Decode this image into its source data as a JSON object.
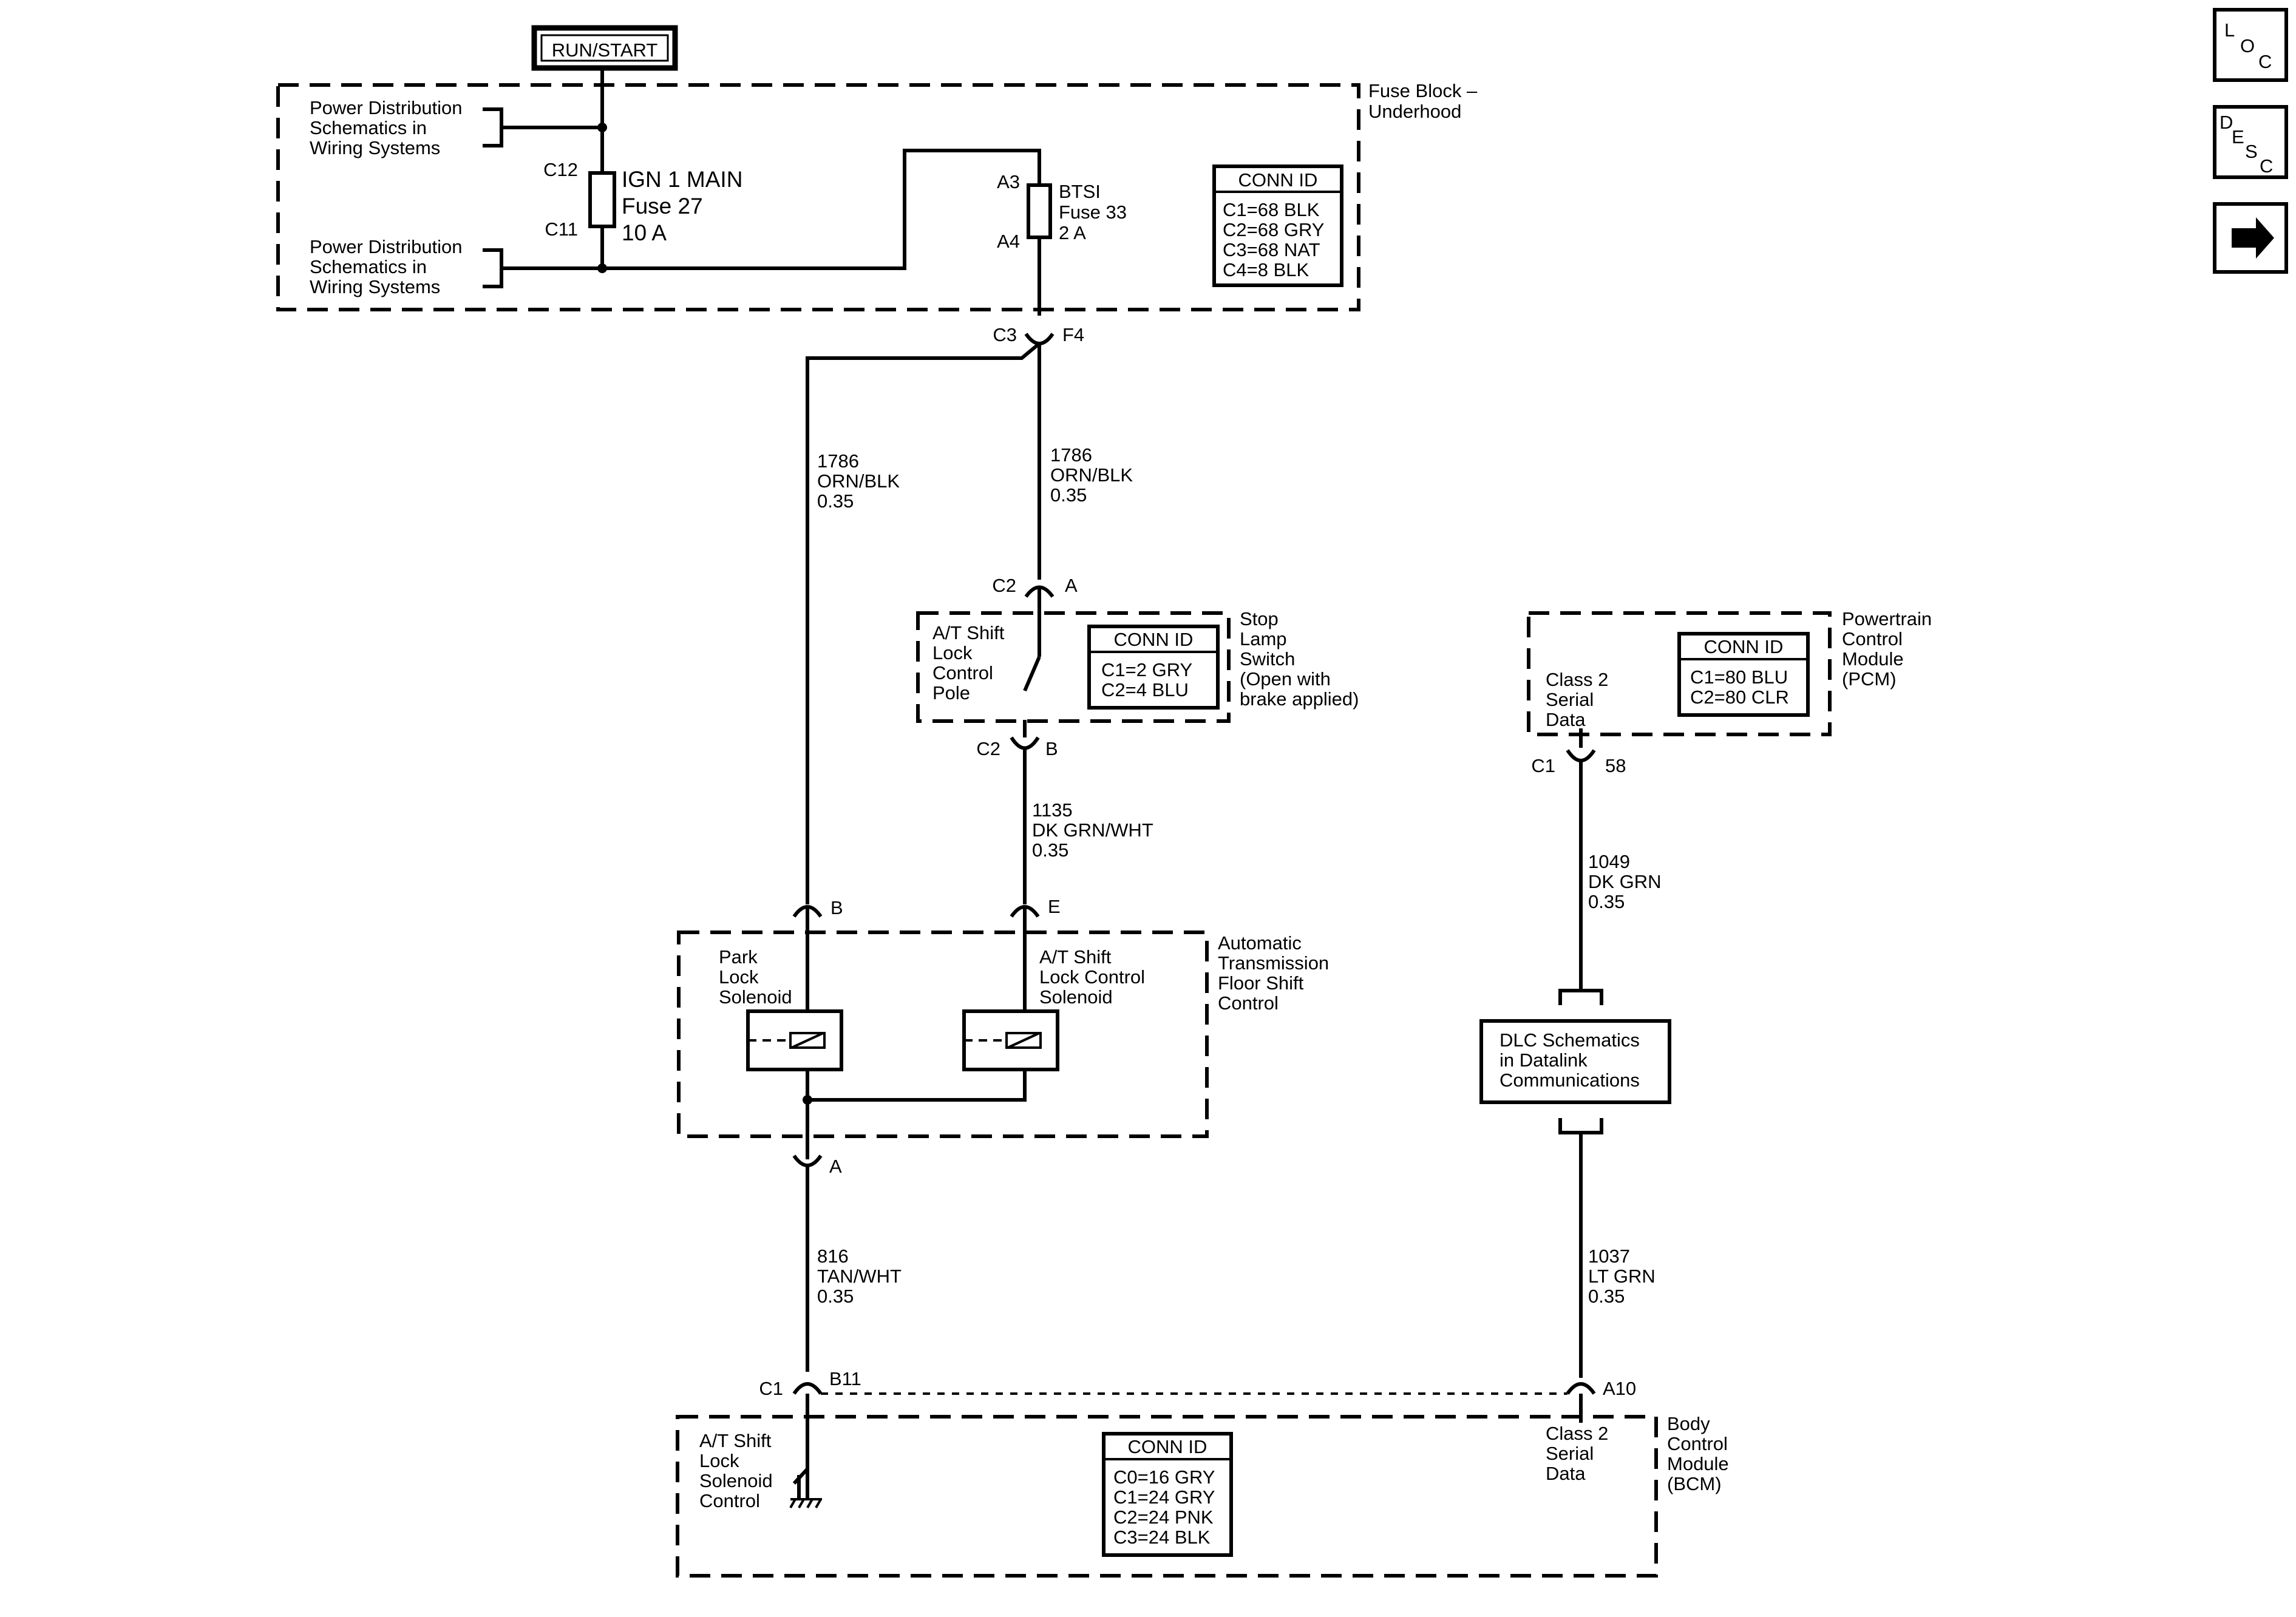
{
  "power": {
    "run_start": "RUN/START"
  },
  "fuse_block": {
    "name_line1": "Fuse Block –",
    "name_line2": "Underhood",
    "pds_line1": "Power Distribution",
    "pds_line2": "Schematics in",
    "pds_line3": "Wiring Systems",
    "fuse27": {
      "conn_top": "C12",
      "conn_bottom": "C11",
      "name": "IGN 1 MAIN",
      "fuse": "Fuse 27",
      "rating": "10 A"
    },
    "fuse33": {
      "conn_top": "A3",
      "conn_bottom": "A4",
      "name": "BTSI",
      "fuse": "Fuse 33",
      "rating": "2 A"
    },
    "conn_id": {
      "title": "CONN ID",
      "rows": [
        "C1=68 BLK",
        "C2=68 GRY",
        "C3=68 NAT",
        "C4=8 BLK"
      ]
    }
  },
  "junction_c3f4": {
    "left": "C3",
    "right": "F4"
  },
  "wires": {
    "w1786_left": {
      "circuit": "1786",
      "color": "ORN/BLK",
      "gauge": "0.35"
    },
    "w1786_right": {
      "circuit": "1786",
      "color": "ORN/BLK",
      "gauge": "0.35"
    },
    "w1135": {
      "circuit": "1135",
      "color": "DK GRN/WHT",
      "gauge": "0.35"
    },
    "w816": {
      "circuit": "816",
      "color": "TAN/WHT",
      "gauge": "0.35"
    },
    "w1049": {
      "circuit": "1049",
      "color": "DK GRN",
      "gauge": "0.35"
    },
    "w1037": {
      "circuit": "1037",
      "color": "LT GRN",
      "gauge": "0.35"
    }
  },
  "stop_lamp_switch": {
    "name_lines": [
      "Stop",
      "Lamp",
      "Switch",
      "(Open with",
      "brake applied)"
    ],
    "pole_lines": [
      "A/T Shift",
      "Lock",
      "Control",
      "Pole"
    ],
    "conn_top": "C2",
    "pin_top": "A",
    "conn_bottom": "C2",
    "pin_bottom": "B",
    "conn_id": {
      "title": "CONN ID",
      "rows": [
        "C1=2 GRY",
        "C2=4 BLU"
      ]
    }
  },
  "pcm": {
    "name_lines": [
      "Powertrain",
      "Control",
      "Module",
      "(PCM)"
    ],
    "serial_lines": [
      "Class 2",
      "Serial",
      "Data"
    ],
    "conn": "C1",
    "pin": "58",
    "conn_id": {
      "title": "CONN ID",
      "rows": [
        "C1=80 BLU",
        "C2=80 CLR"
      ]
    }
  },
  "floor_shift": {
    "name_lines": [
      "Automatic",
      "Transmission",
      "Floor Shift",
      "Control"
    ],
    "park_lines": [
      "Park",
      "Lock",
      "Solenoid"
    ],
    "shift_lines": [
      "A/T Shift",
      "Lock Control",
      "Solenoid"
    ],
    "pin_b": "B",
    "pin_e": "E",
    "pin_a": "A"
  },
  "dlc": {
    "lines": [
      "DLC Schematics",
      "in Datalink",
      "Communications"
    ]
  },
  "bcm": {
    "name_lines": [
      "Body",
      "Control",
      "Module",
      "(BCM)"
    ],
    "conn": "C1",
    "pin_left": "B11",
    "pin_right": "A10",
    "control_lines": [
      "A/T Shift",
      "Lock",
      "Solenoid",
      "Control"
    ],
    "serial_lines": [
      "Class 2",
      "Serial",
      "Data"
    ],
    "conn_id": {
      "title": "CONN ID",
      "rows": [
        "C0=16 GRY",
        "C1=24 GRY",
        "C2=24 PNK",
        "C3=24 BLK"
      ]
    }
  },
  "nav": {
    "loc": [
      "L",
      "O",
      "C"
    ],
    "desc": [
      "D",
      "E",
      "S",
      "C"
    ],
    "next_icon": "arrow-right-icon"
  }
}
